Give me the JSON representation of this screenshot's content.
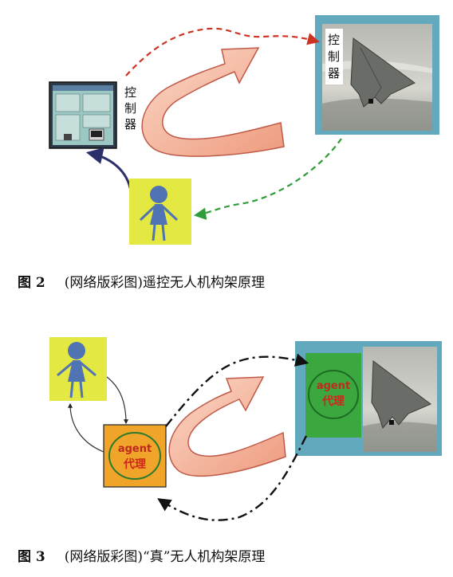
{
  "figure2": {
    "label": "图 2",
    "caption": "(网络版彩图)遥控无人机构架原理",
    "controller_label_left": [
      "控",
      "制",
      "器"
    ],
    "controller_label_right": [
      "控",
      "制",
      "器"
    ]
  },
  "figure3": {
    "label": "图 3",
    "caption": "(网络版彩图)“真”无人机构架原理",
    "agent_left_en": "agent",
    "agent_left_cn": "代理",
    "agent_right_en": "agent",
    "agent_right_cn": "代理"
  },
  "colors": {
    "teal_panel": "#63a9bd",
    "yellow_person_bg": "#e4e842",
    "person_blue": "#4f73b3",
    "orange_agent_bg": "#f0a42a",
    "green_agent_bg": "#3aa83f",
    "red_dashed": "#cc3322",
    "green_dashed": "#2f9d3a",
    "salmon_arrow": "#f6b7a0"
  }
}
